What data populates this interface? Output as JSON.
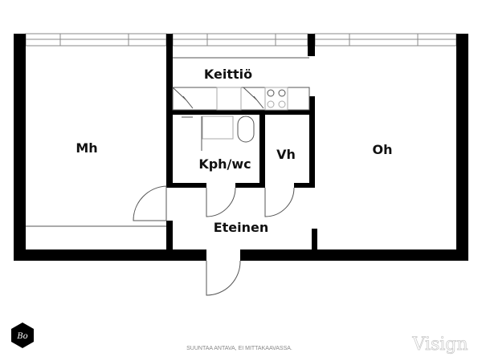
{
  "rooms": {
    "mh": "Mh",
    "keittio": "Keittiö",
    "kph_wc": "Kph/wc",
    "vh": "Vh",
    "oh": "Oh",
    "eteinen": "Eteinen"
  },
  "footer": {
    "disclaimer": "SUUNTAA ANTAVA, EI MITTAKAAVASSA.",
    "logo_left": "Bo",
    "logo_right": "Visign"
  }
}
